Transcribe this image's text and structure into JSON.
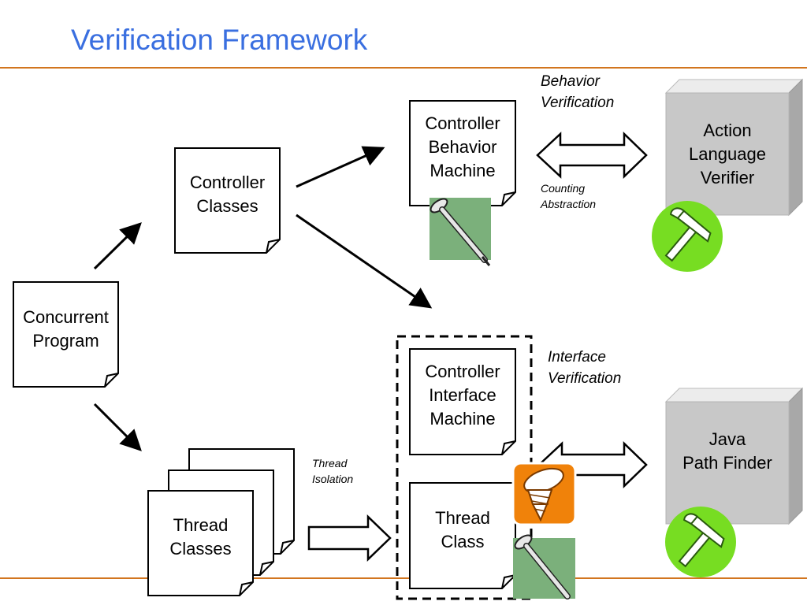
{
  "title": "Verification Framework",
  "colors": {
    "title": "#3a6fe0",
    "rule": "#d2751e",
    "nail_bg": "#7bb07b",
    "hammer_bg": "#77dd22",
    "screw_bg": "#f0820a",
    "cube": "#c8c8c8"
  },
  "nodes": {
    "concurrent_program": [
      "Concurrent",
      "Program"
    ],
    "controller_classes": [
      "Controller",
      "Classes"
    ],
    "controller_behavior_machine": [
      "Controller",
      "Behavior",
      "Machine"
    ],
    "controller_interface_machine": [
      "Controller",
      "Interface",
      "Machine"
    ],
    "thread_classes": [
      "Thread",
      "Classes"
    ],
    "thread_class": [
      "Thread",
      "Class"
    ],
    "action_language_verifier": [
      "Action",
      "Language",
      "Verifier"
    ],
    "java_path_finder": [
      "Java",
      "Path Finder"
    ]
  },
  "annotations": {
    "behavior_verification": [
      "Behavior",
      "Verification"
    ],
    "counting_abstraction": [
      "Counting",
      "Abstraction"
    ],
    "interface_verification": [
      "Interface",
      "Verification"
    ],
    "thread_isolation": [
      "Thread",
      "Isolation"
    ]
  },
  "icons": {
    "nail": "nail-icon",
    "screw": "screw-icon",
    "hammer": "hammer-icon"
  }
}
